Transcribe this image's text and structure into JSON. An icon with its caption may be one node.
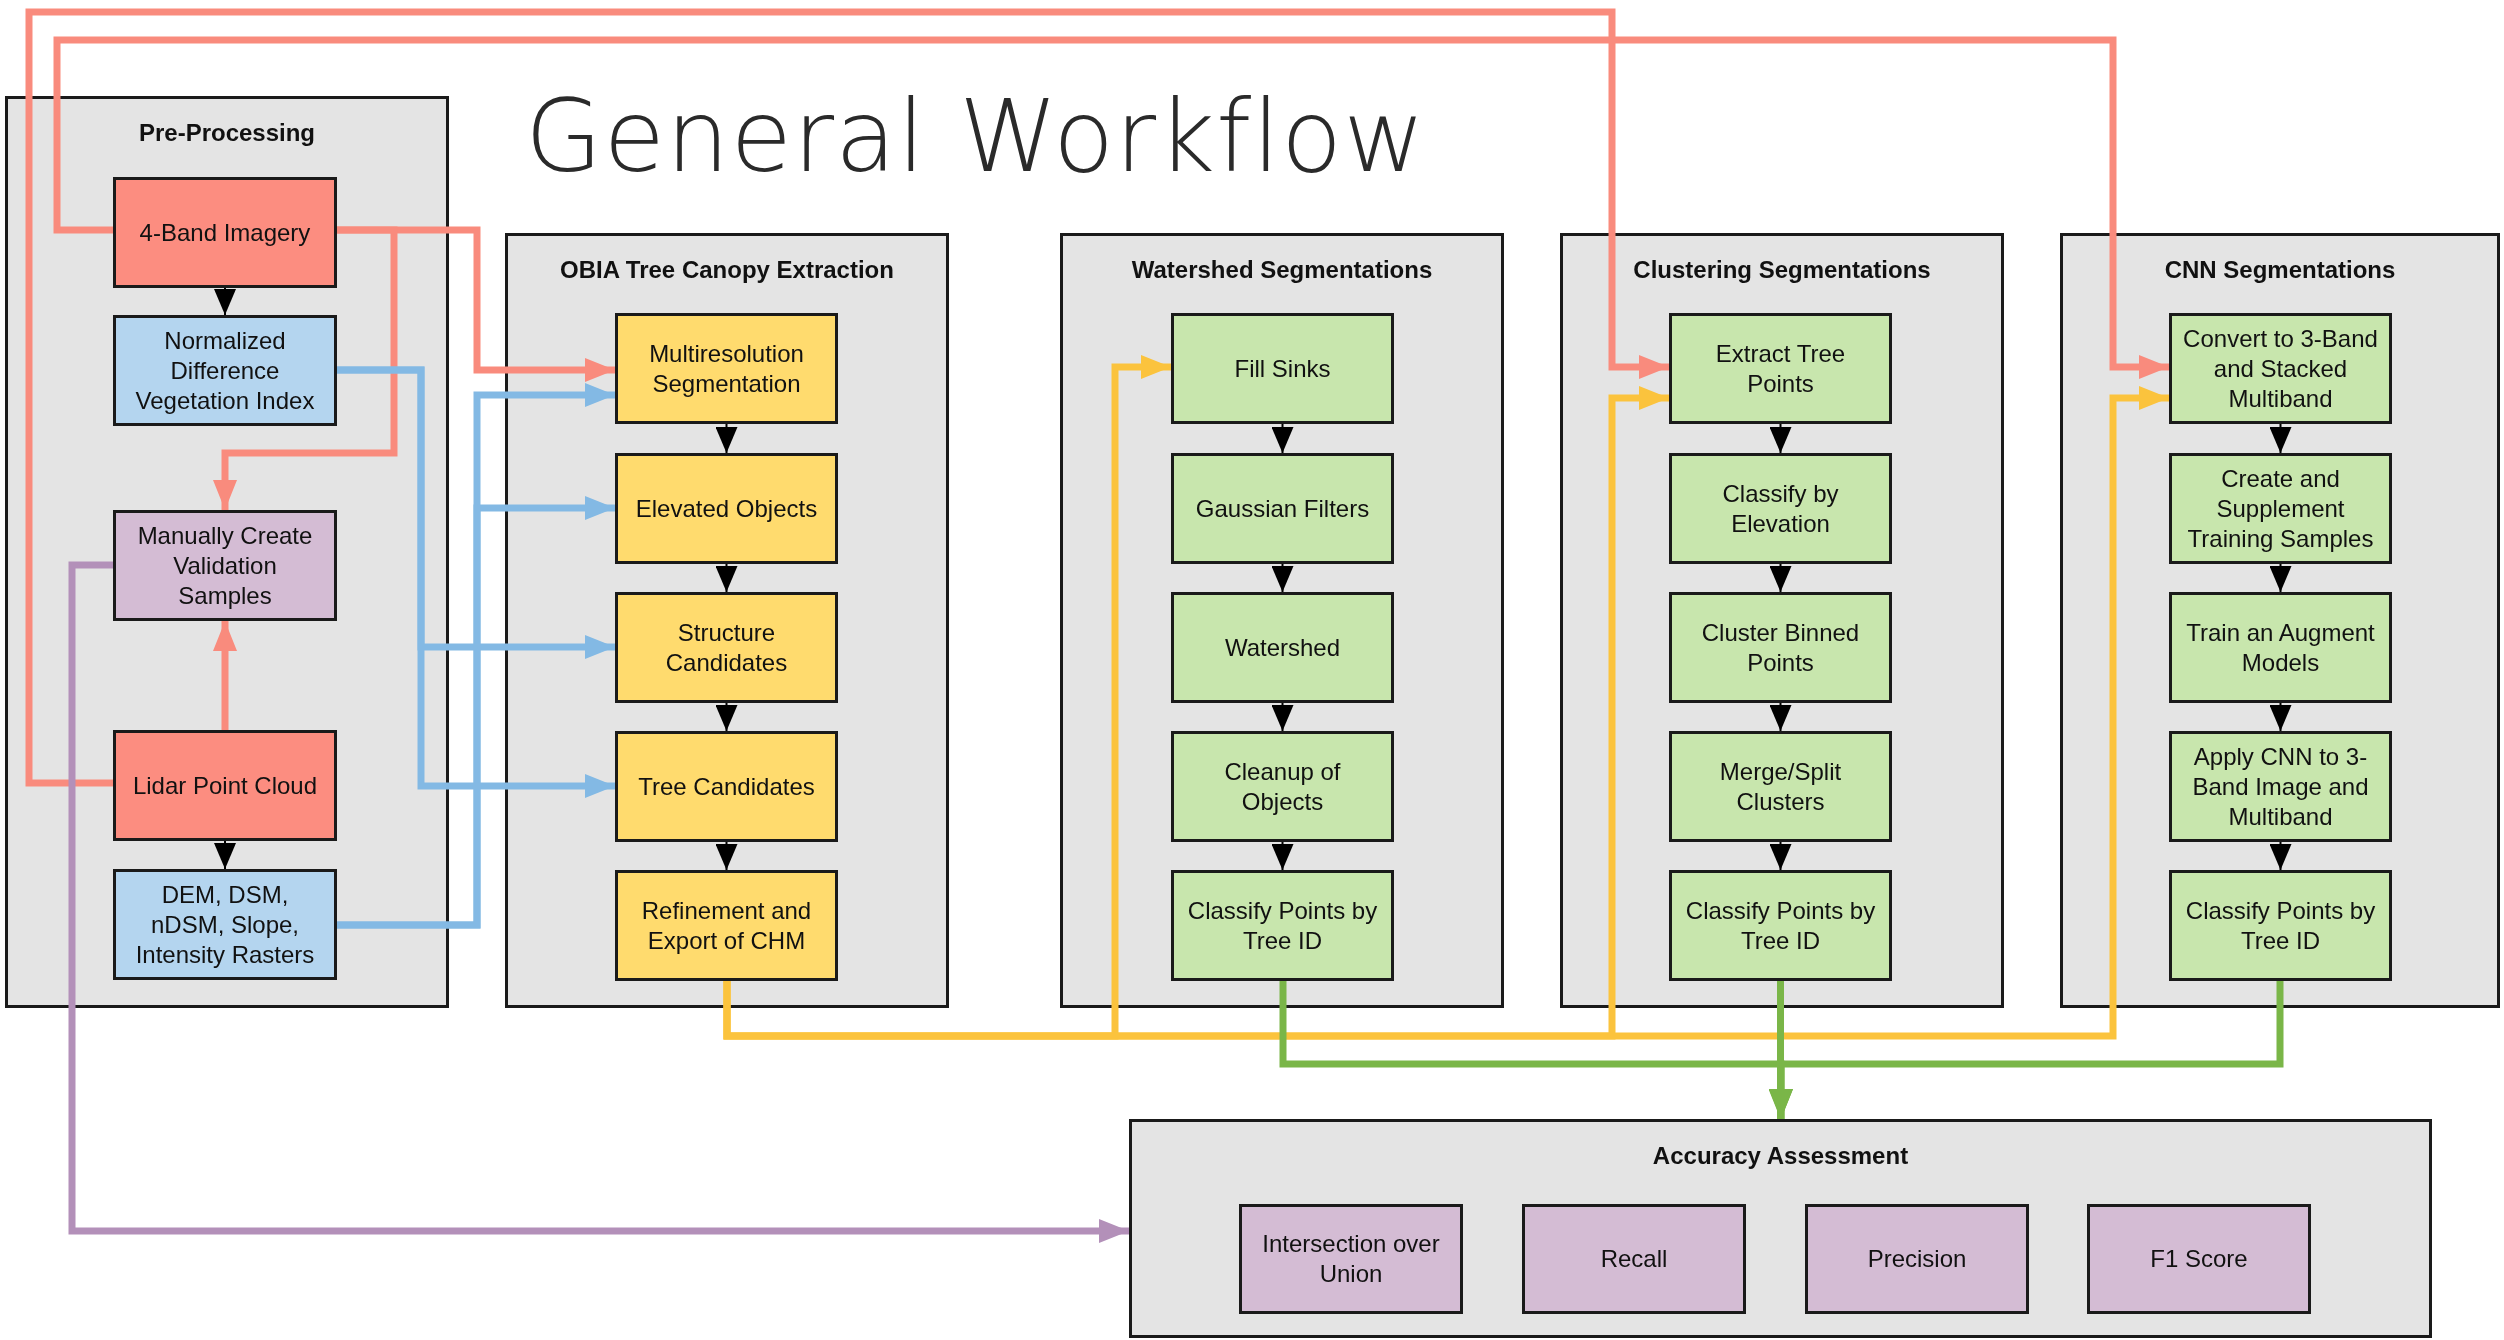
{
  "diagram": {
    "title": "General Workflow",
    "nodes": [
      {
        "text": [
          "Pre-Processing"
        ]
      },
      {
        "text": [
          "4-Band Imagery"
        ],
        "in": 0
      },
      {
        "text": [
          "Normalized Difference Vegetation Index"
        ],
        "in": 0
      },
      {
        "text": [
          "Manually Create Validation Samples"
        ],
        "in": 0
      },
      {
        "text": [
          "Lidar Point Cloud"
        ],
        "in": 0
      },
      {
        "text": [
          "DEM, DSM, nDSM, Slope, Intensity Rasters"
        ],
        "in": 0
      },
      {
        "text": [
          "OBIA Tree Canopy Extraction"
        ]
      },
      {
        "text": [
          "Multiresolution Segmentation"
        ],
        "in": 6
      },
      {
        "text": [
          "Elevated Objects"
        ],
        "in": 6
      },
      {
        "text": [
          "Structure Candidates"
        ],
        "in": 6
      },
      {
        "text": [
          "Tree Candidates"
        ],
        "in": 6
      },
      {
        "text": [
          "Refinement and Export of CHM"
        ],
        "in": 6
      },
      {
        "text": [
          "Watershed Segmentations"
        ]
      },
      {
        "text": [
          "Fill Sinks"
        ],
        "in": 12
      },
      {
        "text": [
          "Gaussian Filters"
        ],
        "in": 12
      },
      {
        "text": [
          "Watershed"
        ],
        "in": 12
      },
      {
        "text": [
          "Cleanup of Objects"
        ],
        "in": 12
      },
      {
        "text": [
          "Classify Points by Tree ID"
        ],
        "in": 12
      },
      {
        "text": [
          "Clustering Segmentations"
        ]
      },
      {
        "text": [
          "Extract Tree Points"
        ],
        "in": 18
      },
      {
        "text": [
          "Classify by Elevation"
        ],
        "in": 18
      },
      {
        "text": [
          "Cluster Binned Points"
        ],
        "in": 18
      },
      {
        "text": [
          "Merge/Split Clusters"
        ],
        "in": 18
      },
      {
        "text": [
          "Classify Points by Tree ID"
        ],
        "in": 18
      },
      {
        "text": [
          "CNN Segmentations"
        ]
      },
      {
        "text": [
          "Convert to 3-Band and Stacked Multiband"
        ],
        "in": 24
      },
      {
        "text": [
          "Create and Supplement Training Samples"
        ],
        "in": 24
      },
      {
        "text": [
          "Train an Augment Models"
        ],
        "in": 24
      },
      {
        "text": [
          "Apply CNN to 3-Band Image and Multiband"
        ],
        "in": 24
      },
      {
        "text": [
          "Classify Points by Tree ID"
        ],
        "in": 24
      },
      {
        "text": [
          "Accuracy Assessment"
        ]
      },
      {
        "text": [
          "Intersection over Union"
        ],
        "in": 30
      },
      {
        "text": [
          "Recall"
        ],
        "in": 30
      },
      {
        "text": [
          "Precision"
        ],
        "in": 30
      },
      {
        "text": [
          "F1 Score"
        ],
        "in": 30
      }
    ],
    "edges": [
      {
        "from": 1,
        "to": 2,
        "arrow": "to"
      },
      {
        "from": 4,
        "to": 5,
        "arrow": "to"
      },
      {
        "from": 7,
        "to": 8,
        "arrow": "to"
      },
      {
        "from": 8,
        "to": 9,
        "arrow": "to"
      },
      {
        "from": 9,
        "to": 10,
        "arrow": "to"
      },
      {
        "from": 10,
        "to": 11,
        "arrow": "to"
      },
      {
        "from": 13,
        "to": 14,
        "arrow": "to"
      },
      {
        "from": 14,
        "to": 15,
        "arrow": "to"
      },
      {
        "from": 15,
        "to": 16,
        "arrow": "to"
      },
      {
        "from": 16,
        "to": 17,
        "arrow": "to"
      },
      {
        "from": 19,
        "to": 20,
        "arrow": "to"
      },
      {
        "from": 20,
        "to": 21,
        "arrow": "to"
      },
      {
        "from": 21,
        "to": 22,
        "arrow": "to"
      },
      {
        "from": 22,
        "to": 23,
        "arrow": "to"
      },
      {
        "from": 25,
        "to": 26,
        "arrow": "to"
      },
      {
        "from": 26,
        "to": 27,
        "arrow": "to"
      },
      {
        "from": 27,
        "to": 28,
        "arrow": "to"
      },
      {
        "from": 28,
        "to": 29,
        "arrow": "to"
      },
      {
        "from": 1,
        "to": 7,
        "arrow": "to",
        "style": "thick",
        "color": "#f98b7d"
      },
      {
        "from": 1,
        "to": 3,
        "arrow": "to",
        "style": "thick",
        "color": "#f98b7d"
      },
      {
        "from": 4,
        "to": 3,
        "arrow": "to",
        "style": "thick",
        "color": "#f98b7d"
      },
      {
        "from": 4,
        "to": 19,
        "arrow": "to",
        "style": "thick",
        "color": "#f98b7d"
      },
      {
        "from": 1,
        "to": 25,
        "arrow": "to",
        "style": "thick",
        "color": "#f98b7d"
      },
      {
        "from": 2,
        "to": 9,
        "arrow": "to",
        "style": "thick",
        "color": "#83b9e4"
      },
      {
        "from": 2,
        "to": 10,
        "arrow": "to",
        "style": "thick",
        "color": "#83b9e4"
      },
      {
        "from": 5,
        "to": 7,
        "arrow": "to",
        "style": "thick",
        "color": "#83b9e4"
      },
      {
        "from": 5,
        "to": 8,
        "arrow": "to",
        "style": "thick",
        "color": "#83b9e4"
      },
      {
        "from": 11,
        "to": 13,
        "arrow": "to",
        "style": "thick",
        "color": "#fbc33d"
      },
      {
        "from": 11,
        "to": 19,
        "arrow": "to",
        "style": "thick",
        "color": "#fbc33d"
      },
      {
        "from": 11,
        "to": 25,
        "arrow": "to",
        "style": "thick",
        "color": "#fbc33d"
      },
      {
        "from": 17,
        "to": 30,
        "arrow": "to",
        "style": "thick",
        "color": "#7ab648"
      },
      {
        "from": 23,
        "to": 30,
        "arrow": "to",
        "style": "thick",
        "color": "#7ab648"
      },
      {
        "from": 29,
        "to": 30,
        "arrow": "to",
        "style": "thick",
        "color": "#7ab648"
      },
      {
        "from": 3,
        "to": 30,
        "arrow": "to",
        "style": "thick",
        "color": "#b390b9"
      }
    ]
  }
}
